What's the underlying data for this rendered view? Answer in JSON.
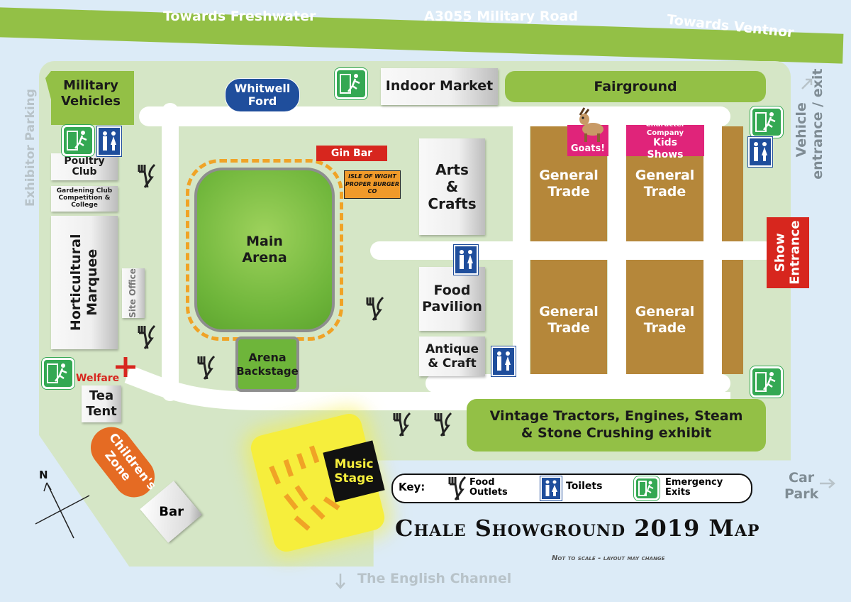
{
  "roads": {
    "freshwater": "Towards Freshwater",
    "military_road": "A3055 Military Road",
    "ventnor": "Towards Ventnor",
    "exhibitor_parking": "Exhibitor Parking",
    "vehicle_entrance": "Vehicle",
    "vehicle_entrance_2": "entrance / exit",
    "car_park": "Car",
    "car_park_2": "Park",
    "channel": "The English Channel"
  },
  "areas": {
    "military_vehicles": "Military Vehicles",
    "whitwell_ford": "Whitwell Ford",
    "indoor_market": "Indoor Market",
    "fairground": "Fairground",
    "poultry_club": "Poultry Club",
    "gardening_club": "Gardening Club Competition & College",
    "horticultural_marquee": "Horticultural Marquee",
    "site_office": "Site Office",
    "gin_bar": "Gin Bar",
    "burger": "ISLE OF WIGHT PROPER BURGER CO",
    "main_arena": "Main Arena",
    "arena_backstage_1": "Arena",
    "arena_backstage_2": "Backstage",
    "arts_crafts": "Arts & Crafts",
    "food_pavilion": "Food Pavilion",
    "antique_craft": "Antique & Craft",
    "goats": "Goats!",
    "kids_shows_1": "Character Company",
    "kids_shows_2": "Kids Shows",
    "general_trade": "General Trade",
    "show_entrance_1": "Show",
    "show_entrance_2": "Entrance",
    "welfare": "Welfare",
    "tea_tent": "Tea Tent",
    "childrens_zone": "Children's Zone",
    "bar": "Bar",
    "music_stage": "Music Stage",
    "vintage": "Vintage Tractors, Engines, Steam & Stone Crushing exhibit"
  },
  "key": {
    "label": "Key:",
    "food": "Food Outlets",
    "toilets": "Toilets",
    "exits": "Emergency Exits"
  },
  "compass": "N",
  "title": "Chale Showground 2019 Map",
  "subtitle": "Not to scale - layout may change",
  "colors": {
    "green": "#93c046",
    "brown": "#b5873a",
    "pink": "#e0247a",
    "red": "#d7261e",
    "orange": "#e56b23",
    "blue": "#1f4e9c",
    "yellow": "#f6ee3c"
  }
}
